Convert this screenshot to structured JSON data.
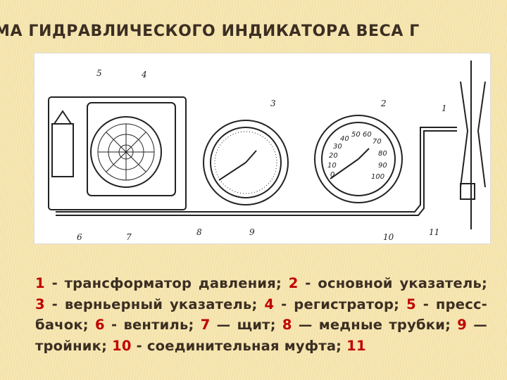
{
  "title": "МА ГИДРАВЛИЧЕСКОГО ИНДИКАТОРА ВЕСА Г",
  "figure": {
    "labels": [
      "1",
      "2",
      "3",
      "4",
      "5",
      "6",
      "7",
      "8",
      "9",
      "10",
      "11"
    ],
    "gauge_scale": [
      "0",
      "10",
      "20",
      "30",
      "40",
      "50",
      "60",
      "70",
      "80",
      "90",
      "100"
    ]
  },
  "legend": [
    {
      "num": "1",
      "text": " - трансформатор давления; "
    },
    {
      "num": "2",
      "text": " - основной указатель; "
    },
    {
      "num": "3",
      "text": " - верньерный указатель; "
    },
    {
      "num": "4",
      "text": " - регистратор; "
    },
    {
      "num": "5",
      "text": " - пресс-бачок; "
    },
    {
      "num": "6",
      "text": " - вентиль; "
    },
    {
      "num": "7",
      "text": " — щит; "
    },
    {
      "num": "8",
      "text": " — медные трубки; "
    },
    {
      "num": "9",
      "text": " — тройник; "
    },
    {
      "num": "10",
      "text": " - соединительная муфта; "
    },
    {
      "num": "11",
      "text": " "
    }
  ]
}
